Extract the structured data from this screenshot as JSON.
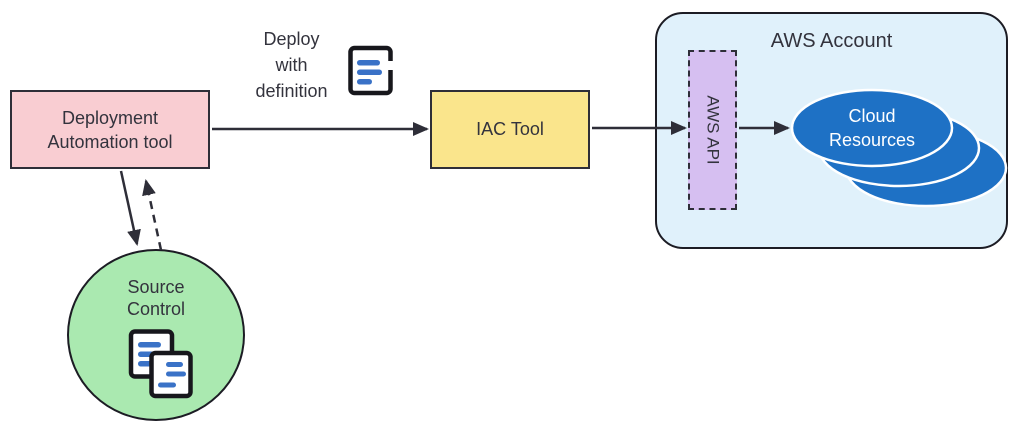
{
  "nodes": {
    "deployment_tool": {
      "label": "Deployment\nAutomation tool",
      "fill": "#f9cdd2",
      "border": "#2e2e38"
    },
    "iac_tool": {
      "label": "IAC Tool",
      "fill": "#fae58c",
      "border": "#2e2e38"
    },
    "source_control": {
      "label": "Source\nControl",
      "fill": "#aae9b0",
      "border": "#1c1c24"
    },
    "aws_account": {
      "label": "AWS Account",
      "fill": "#e0f1fb",
      "border": "#1c1c24"
    },
    "aws_api": {
      "label": "AWS API",
      "fill": "#d6bff1",
      "border": "#2e2e38",
      "border_style": "dashed"
    },
    "cloud_resources": {
      "label": "Cloud\nResources",
      "fill": "#1e71c5",
      "stroke": "#ffffff",
      "text_color": "#ffffff"
    }
  },
  "annotations": {
    "deploy_label": "Deploy\nwith\ndefinition"
  },
  "edges": [
    {
      "from": "deployment_tool",
      "to": "iac_tool",
      "style": "solid"
    },
    {
      "from": "iac_tool",
      "to": "aws_api",
      "style": "solid"
    },
    {
      "from": "aws_api",
      "to": "cloud_resources",
      "style": "solid"
    },
    {
      "from": "deployment_tool",
      "to": "source_control",
      "style": "solid"
    },
    {
      "from": "source_control",
      "to": "deployment_tool",
      "style": "dashed"
    }
  ],
  "icons": {
    "definition_document": "document-icon",
    "source_control_files": "documents-stack-icon"
  },
  "colors": {
    "arrow": "#2e2e38",
    "icon_outline": "#17171c",
    "doc_line_blue": "#3a72c7",
    "background": "#ffffff"
  }
}
